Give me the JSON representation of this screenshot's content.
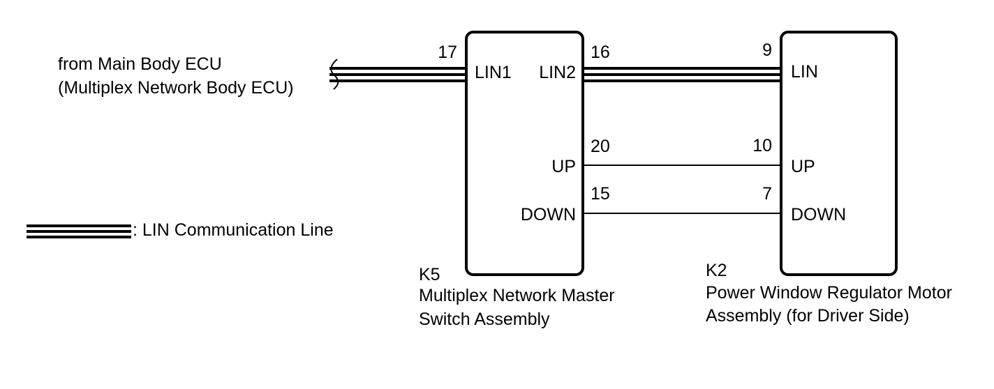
{
  "source": {
    "line1": "from Main Body ECU",
    "line2": "(Multiplex Network Body ECU)"
  },
  "legend": {
    "label": ": LIN Communication Line"
  },
  "k5": {
    "code": "K5",
    "name_line1": "Multiplex Network Master",
    "name_line2": "Switch Assembly",
    "pins": {
      "lin1": {
        "label": "LIN1",
        "number": "17"
      },
      "lin2": {
        "label": "LIN2",
        "number": "16"
      },
      "up": {
        "label": "UP",
        "number": "20"
      },
      "down": {
        "label": "DOWN",
        "number": "15"
      }
    }
  },
  "k2": {
    "code": "K2",
    "name_line1": "Power Window Regulator Motor",
    "name_line2": "Assembly (for Driver Side)",
    "pins": {
      "lin": {
        "label": "LIN",
        "number": "9"
      },
      "up": {
        "label": "UP",
        "number": "10"
      },
      "down": {
        "label": "DOWN",
        "number": "7"
      }
    }
  }
}
